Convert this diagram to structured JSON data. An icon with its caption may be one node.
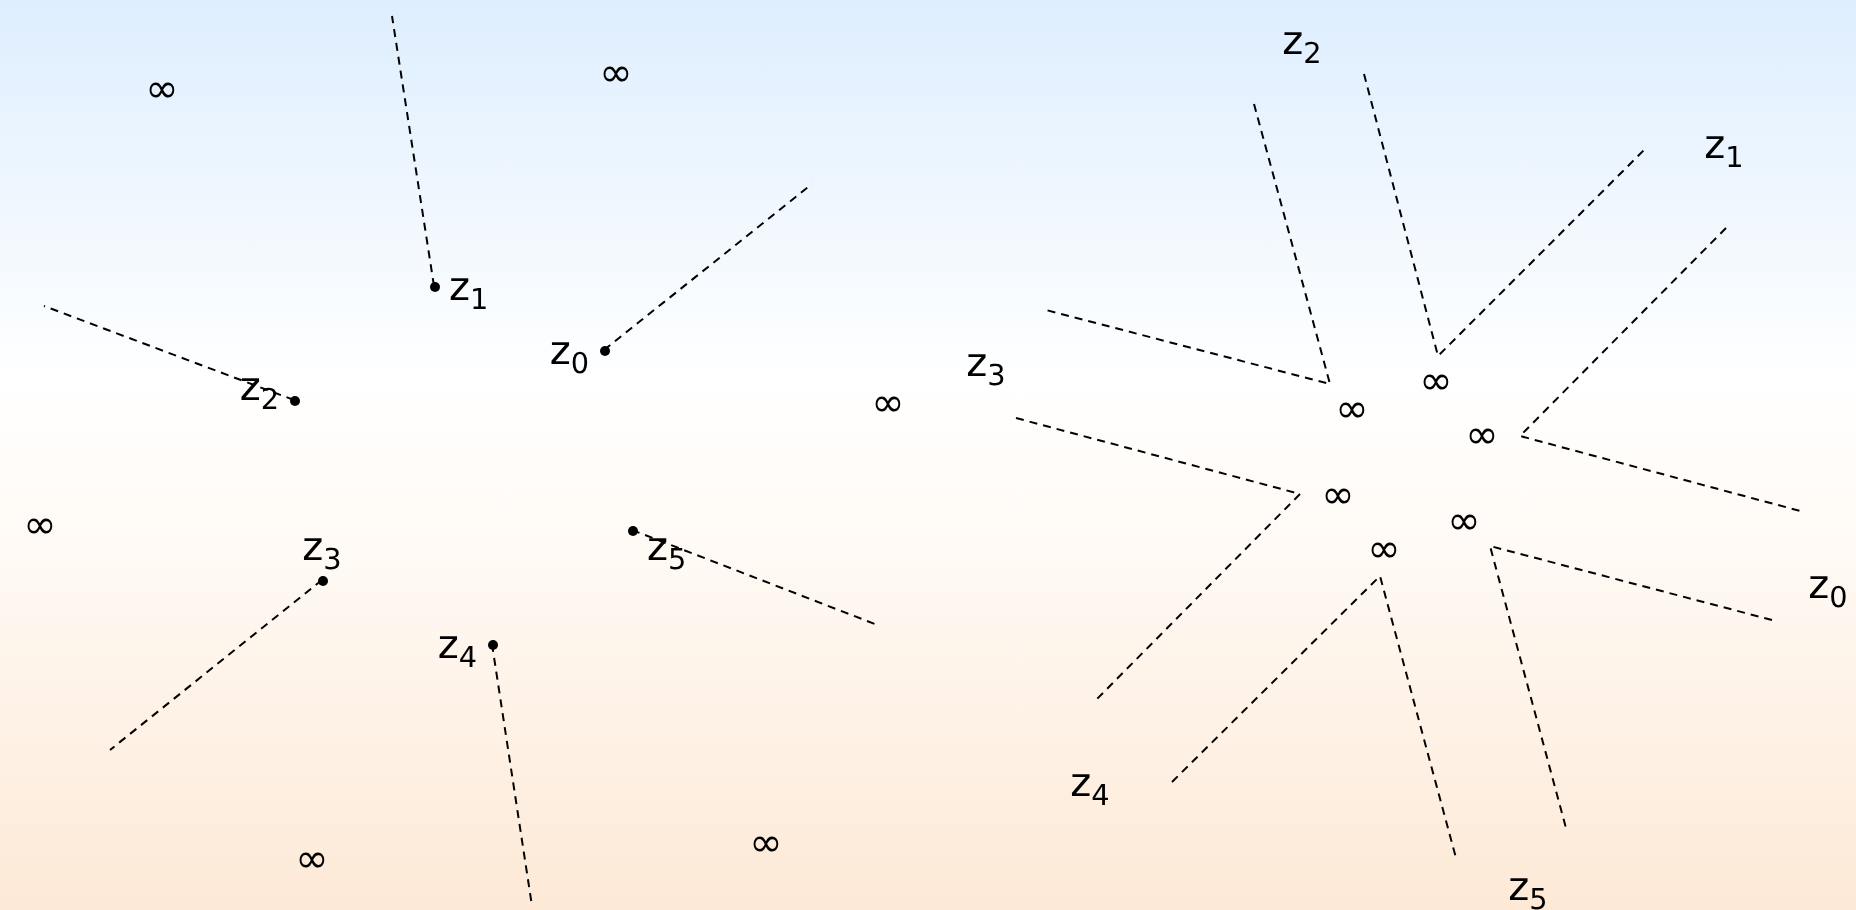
{
  "diagram": {
    "nodes": [
      {
        "text": [
          "z$_{1}$"
        ]
      },
      {
        "text": [
          "z$_{0}$"
        ]
      },
      {
        "text": [
          "z$_{2}$"
        ]
      },
      {
        "text": [
          "z$_{5}$"
        ]
      },
      {
        "text": [
          "z$_{3}$"
        ]
      },
      {
        "text": [
          "z$_{4}$"
        ]
      }
    ],
    "edges": [
      {
        "from": 0,
        "to": null,
        "arrow": "none",
        "style": "dashed"
      },
      {
        "from": 1,
        "to": null,
        "arrow": "none",
        "style": "dashed"
      },
      {
        "from": 2,
        "to": null,
        "arrow": "none",
        "style": "dashed"
      },
      {
        "from": 3,
        "to": null,
        "arrow": "none",
        "style": "dashed"
      },
      {
        "from": 4,
        "to": null,
        "arrow": "none",
        "style": "dashed"
      },
      {
        "from": 5,
        "to": null,
        "arrow": "none",
        "style": "dashed"
      }
    ],
    "labels": [
      "∞",
      "∞",
      "∞",
      "∞",
      "∞",
      "∞",
      "z$_{2}$",
      "z$_{1}$",
      "z$_{3}$",
      "∞",
      "∞",
      "∞",
      "∞",
      "∞",
      "∞",
      "z$_{0}$",
      "z$_{4}$",
      "z$_{5}$"
    ]
  }
}
